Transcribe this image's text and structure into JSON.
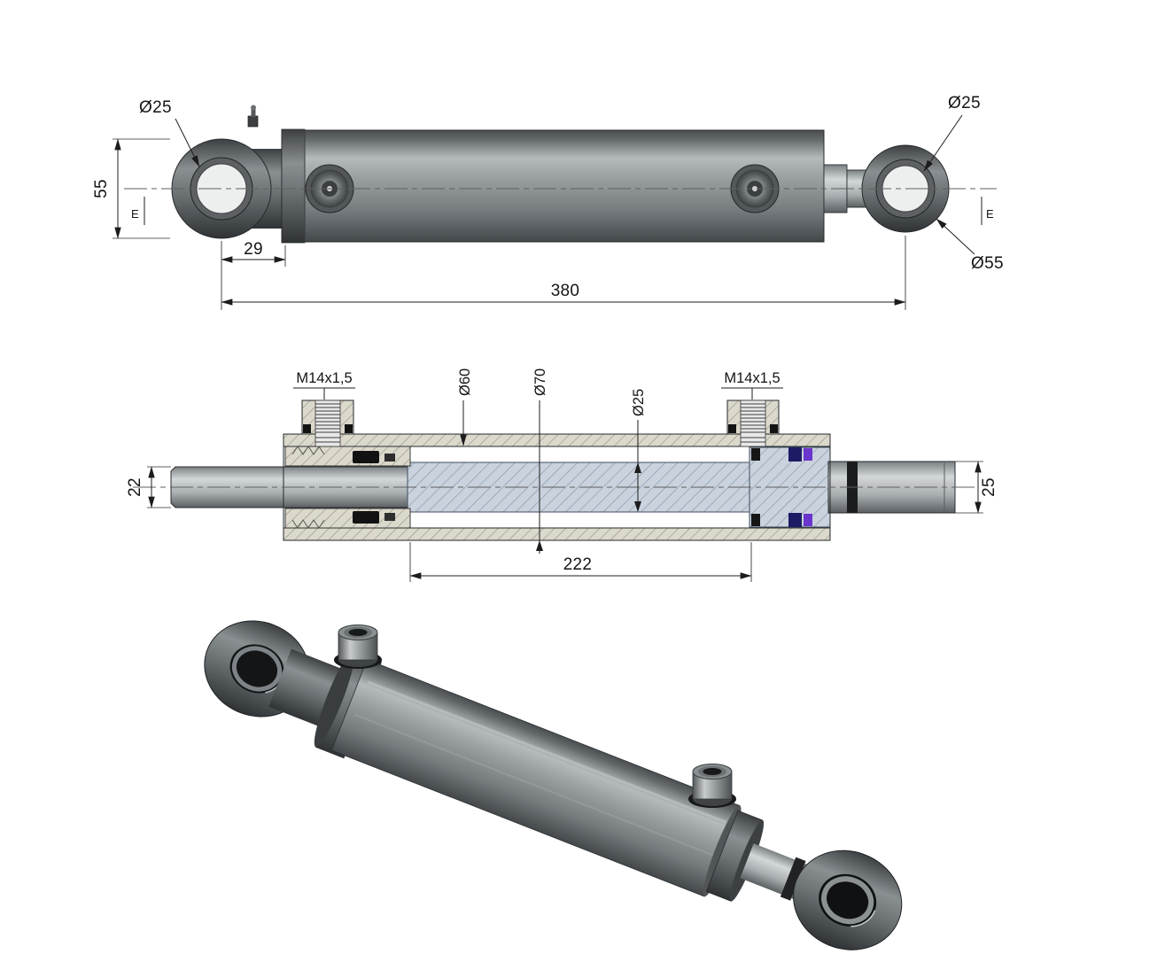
{
  "side_view": {
    "dia_bore_left": "Ø25",
    "eye_height": "55",
    "section_marker_left": "E",
    "eye_offset": "29",
    "overall_length": "380",
    "dia_bore_right": "Ø25",
    "dia_eye_right": "Ø55",
    "section_marker_right": "E"
  },
  "section_view": {
    "port_thread_left": "M14x1,5",
    "dia_bore": "Ø60",
    "dia_outer": "Ø70",
    "dia_rod": "Ø25",
    "port_thread_right": "M14x1,5",
    "rod_dia_left": "22",
    "rod_dia_right": "25",
    "internal_length": "222"
  }
}
